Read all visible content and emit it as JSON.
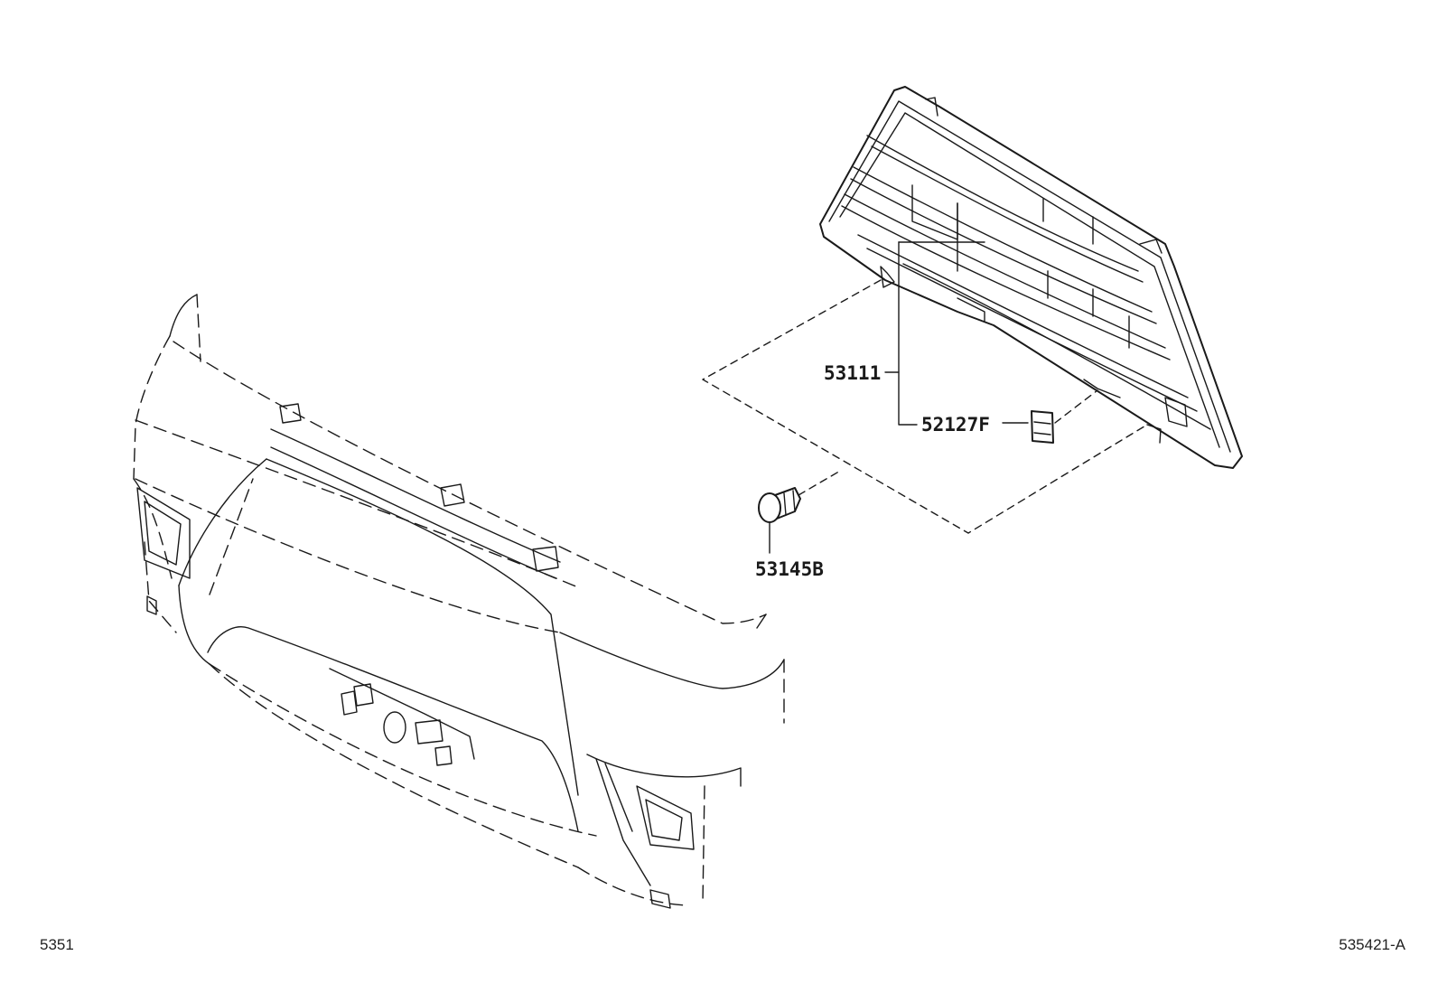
{
  "parts": {
    "grille": "53111",
    "emblem_plate": "52127F",
    "clip": "53145B"
  },
  "footer": {
    "page_code": "5351",
    "diagram_code": "535421-A"
  }
}
